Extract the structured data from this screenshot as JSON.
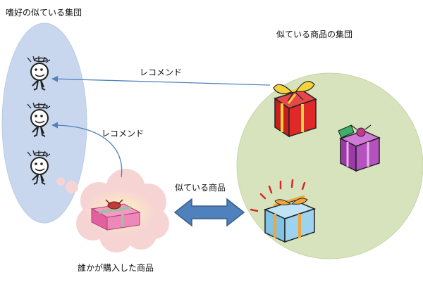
{
  "labels": {
    "group_users": "嗜好の似ている集団",
    "group_products": "似ている商品の集団",
    "recommend_top": "レコメンド",
    "recommend_lower": "レコメンド",
    "similar_products": "似ている商品",
    "purchased_item": "誰かが購入した商品"
  },
  "colors": {
    "user_ellipse_fill": "#c8d7ee",
    "product_circle_fill": "#d7e3bd",
    "thought_cloud_fill": "#f6d4d4",
    "arrow_blue": "#4f81bd",
    "double_arrow_fill": "#4f81bd",
    "double_arrow_stroke": "#385d8a"
  },
  "icons": [
    "person-icon",
    "person-icon",
    "person-icon",
    "red-gift-icon",
    "purple-gift-icon",
    "blue-gift-icon",
    "pink-gift-icon"
  ]
}
